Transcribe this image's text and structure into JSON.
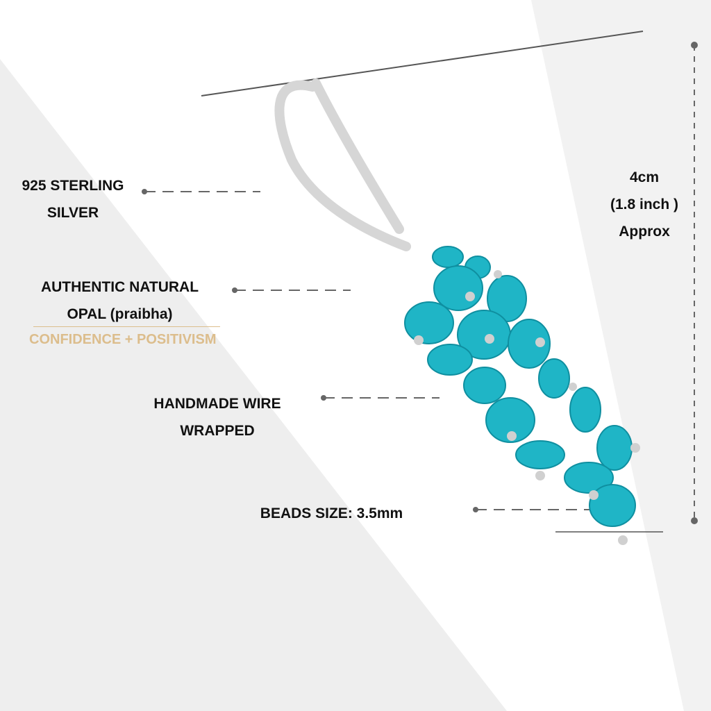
{
  "features": {
    "silver": {
      "line1": "925 STERLING",
      "line2": "SILVER"
    },
    "opal": {
      "line1": "AUTHENTIC NATURAL",
      "line2": "OPAL (praibha)",
      "tagline": "CONFIDENCE + POSITIVISM"
    },
    "wire": {
      "line1": "HANDMADE WIRE",
      "line2": "WRAPPED"
    },
    "beads": {
      "text": "BEADS SIZE: 3.5mm"
    }
  },
  "dimension": {
    "line1": "4cm",
    "line2": "(1.8 inch )",
    "line3": "Approx"
  },
  "colors": {
    "accent_gold": "#dcbd8c",
    "opal": "#19b3c4",
    "pointer": "#666666"
  }
}
